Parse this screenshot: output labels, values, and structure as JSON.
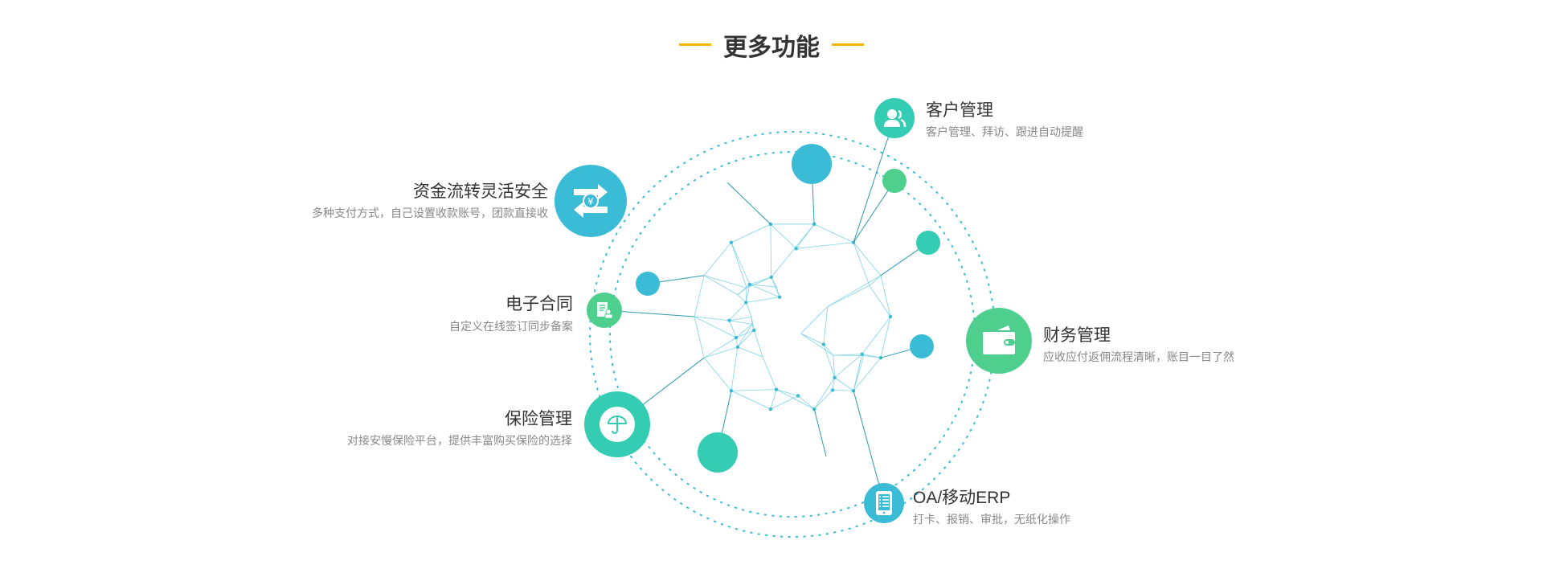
{
  "section_title": "更多功能",
  "colors": {
    "accent": "#f5b400",
    "blue": "#3bbcd6",
    "green": "#4fcf8e",
    "teal": "#35ccb4"
  },
  "features": [
    {
      "id": "funds",
      "title": "资金流转灵活安全",
      "desc": "多种支付方式，自己设置收款账号，团款直接收",
      "icon": "yuan-exchange-icon"
    },
    {
      "id": "contract",
      "title": "电子合同",
      "desc": "自定义在线签订同步备案",
      "icon": "contract-icon"
    },
    {
      "id": "insurance",
      "title": "保险管理",
      "desc": "对接安慢保险平台，提供丰富购买保险的选择",
      "icon": "umbrella-icon"
    },
    {
      "id": "customer",
      "title": "客户管理",
      "desc": "客户管理、拜访、跟进自动提醒",
      "icon": "users-icon"
    },
    {
      "id": "finance",
      "title": "财务管理",
      "desc": "应收应付返佣流程清晰，账目一目了然",
      "icon": "wallet-icon"
    },
    {
      "id": "oa",
      "title": "OA/移动ERP",
      "desc": "打卡、报销、审批，无纸化操作",
      "icon": "mobile-report-icon"
    }
  ]
}
